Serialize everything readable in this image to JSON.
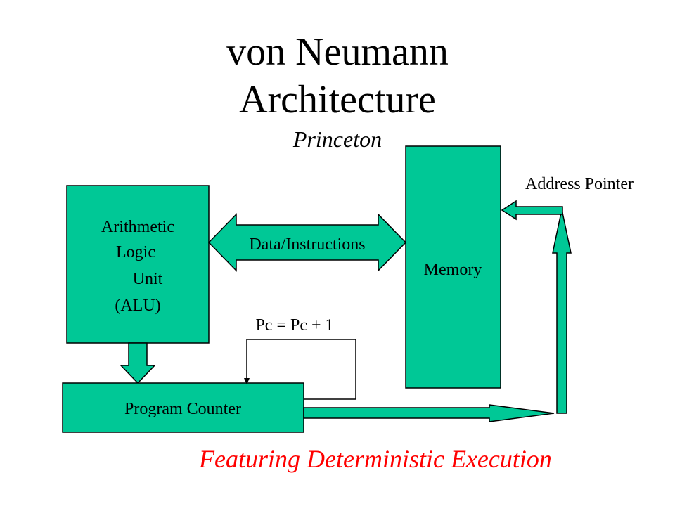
{
  "slide": {
    "title_line1": "von Neumann",
    "title_line2": "Architecture",
    "subtitle": "Princeton",
    "footer": "Featuring Deterministic Execution"
  },
  "diagram": {
    "alu": {
      "lines": [
        "Arithmetic",
        "Logic",
        "Unit",
        "(ALU)"
      ]
    },
    "memory": {
      "label": "Memory"
    },
    "data_bus": {
      "label": "Data/Instructions"
    },
    "program_counter": {
      "label": "Program Counter"
    },
    "increment": {
      "label": "Pc = Pc + 1"
    },
    "address_pointer": {
      "label": "Address Pointer"
    }
  },
  "colors": {
    "block_fill": "#00c896",
    "footer_text": "#ff0000",
    "outline": "#000000"
  }
}
